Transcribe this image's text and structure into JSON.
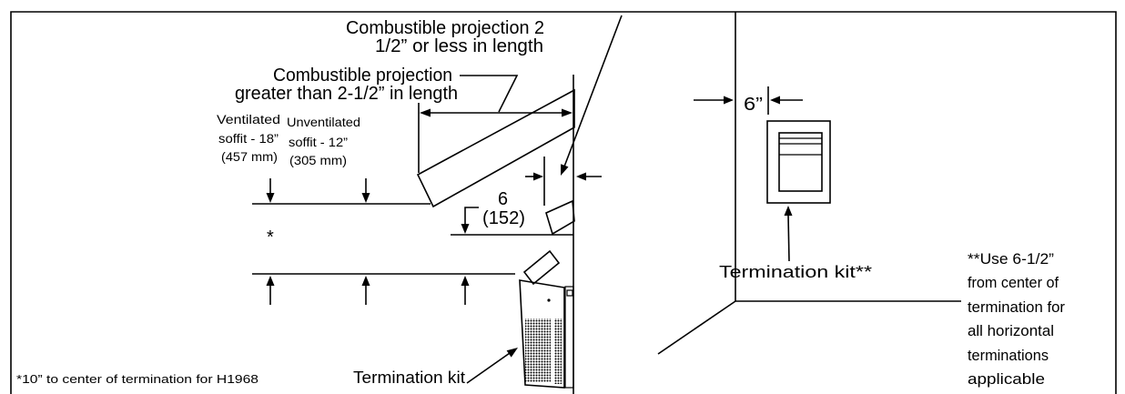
{
  "diagram": {
    "side_view": {
      "small_projection_label": [
        "Combustible projection 2",
        "1/2” or less in length"
      ],
      "large_projection_label": [
        "Combustible projection",
        "greater than 2-1/2” in length"
      ],
      "ventilated_soffit_label": [
        "Ventilated",
        "soffit - 18”",
        "(457 mm)"
      ],
      "unventilated_soffit_label": [
        "Unventilated",
        "soffit - 12”",
        "(305 mm)"
      ],
      "clearance_label": [
        "6",
        "(152)"
      ],
      "asterisk_mark": "*",
      "footnote": "*10” to center of termination for H1968",
      "termination_kit_label": "Termination kit"
    },
    "front_view": {
      "side_clearance_label": "6”",
      "termination_kit_label": "Termination kit**",
      "note_lines": [
        "**Use 6-1/2”",
        "from center of",
        "termination for",
        "all horizontal",
        "terminations",
        "applicable"
      ]
    }
  }
}
